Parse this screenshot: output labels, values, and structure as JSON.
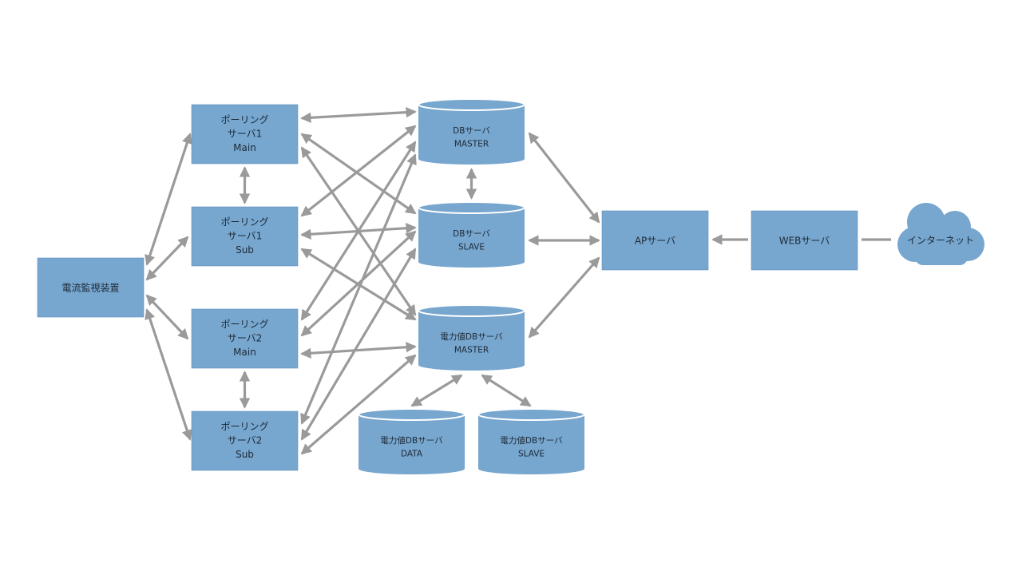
{
  "nodes": {
    "monitor": {
      "lines": [
        "電流監視装置"
      ]
    },
    "polling_1_main": {
      "lines": [
        "ポーリング",
        "サーバ1",
        "Main"
      ]
    },
    "polling_1_sub": {
      "lines": [
        "ポーリング",
        "サーバ1",
        "Sub"
      ]
    },
    "polling_2_main": {
      "lines": [
        "ポーリング",
        "サーバ2",
        "Main"
      ]
    },
    "polling_2_sub": {
      "lines": [
        "ポーリング",
        "サーバ2",
        "Sub"
      ]
    },
    "db_master": {
      "lines": [
        "DBサーバ",
        "MASTER"
      ]
    },
    "db_slave": {
      "lines": [
        "DBサーバ",
        "SLAVE"
      ]
    },
    "power_db_master": {
      "lines": [
        "電力値DBサーバ",
        "MASTER"
      ]
    },
    "power_db_data": {
      "lines": [
        "電力値DBサーバ",
        "DATA"
      ]
    },
    "power_db_slave": {
      "lines": [
        "電力値DBサーバ",
        "SLAVE"
      ]
    },
    "ap_server": {
      "lines": [
        "APサーバ"
      ]
    },
    "web_server": {
      "lines": [
        "WEBサーバ"
      ]
    },
    "internet": {
      "lines": [
        "インターネット"
      ]
    }
  },
  "colors": {
    "node_fill": "#77a6cf",
    "arrow": "#9a9a9a",
    "text": "#1d2a36"
  },
  "edges": [
    {
      "from": "monitor",
      "to": "polling_1_main",
      "direction": "both"
    },
    {
      "from": "monitor",
      "to": "polling_1_sub",
      "direction": "both"
    },
    {
      "from": "monitor",
      "to": "polling_2_main",
      "direction": "both"
    },
    {
      "from": "monitor",
      "to": "polling_2_sub",
      "direction": "both"
    },
    {
      "from": "polling_1_main",
      "to": "polling_1_sub",
      "direction": "both"
    },
    {
      "from": "polling_2_main",
      "to": "polling_2_sub",
      "direction": "both"
    },
    {
      "from": "polling_1_main",
      "to": "db_master",
      "direction": "both"
    },
    {
      "from": "polling_1_main",
      "to": "db_slave",
      "direction": "both"
    },
    {
      "from": "polling_1_main",
      "to": "power_db_master",
      "direction": "both"
    },
    {
      "from": "polling_1_sub",
      "to": "db_master",
      "direction": "both"
    },
    {
      "from": "polling_1_sub",
      "to": "db_slave",
      "direction": "both"
    },
    {
      "from": "polling_1_sub",
      "to": "power_db_master",
      "direction": "both"
    },
    {
      "from": "polling_2_main",
      "to": "db_master",
      "direction": "both"
    },
    {
      "from": "polling_2_main",
      "to": "db_slave",
      "direction": "both"
    },
    {
      "from": "polling_2_main",
      "to": "power_db_master",
      "direction": "both"
    },
    {
      "from": "polling_2_sub",
      "to": "db_master",
      "direction": "both"
    },
    {
      "from": "polling_2_sub",
      "to": "db_slave",
      "direction": "both"
    },
    {
      "from": "polling_2_sub",
      "to": "power_db_master",
      "direction": "both"
    },
    {
      "from": "db_master",
      "to": "db_slave",
      "direction": "both"
    },
    {
      "from": "power_db_master",
      "to": "power_db_data",
      "direction": "both"
    },
    {
      "from": "power_db_master",
      "to": "power_db_slave",
      "direction": "both"
    },
    {
      "from": "db_master",
      "to": "ap_server",
      "direction": "both"
    },
    {
      "from": "db_slave",
      "to": "ap_server",
      "direction": "both"
    },
    {
      "from": "power_db_master",
      "to": "ap_server",
      "direction": "both"
    },
    {
      "from": "web_server",
      "to": "ap_server",
      "direction": "forward"
    },
    {
      "from": "internet",
      "to": "web_server",
      "direction": "none"
    }
  ]
}
